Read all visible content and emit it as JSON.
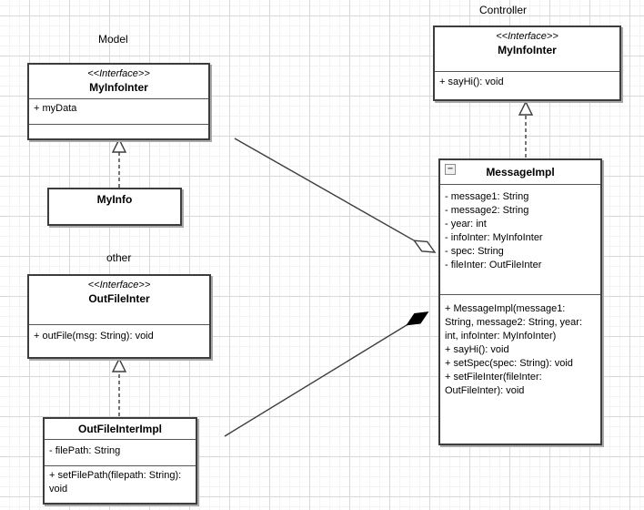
{
  "labels": {
    "model": "Model",
    "other": "other",
    "controller": "Controller"
  },
  "classes": {
    "model_myinfointer": {
      "stereotype": "<<Interface>>",
      "name": "MyInfoInter",
      "attributes": [
        "+ myData"
      ],
      "methods": []
    },
    "myinfo": {
      "name": "MyInfo"
    },
    "outfileinter": {
      "stereotype": "<<Interface>>",
      "name": "OutFileInter",
      "methods": [
        "+ outFile(msg: String): void"
      ]
    },
    "outfileinterimpl": {
      "name": "OutFileInterImpl",
      "attributes": [
        "- filePath: String"
      ],
      "methods": [
        "+ setFilePath(filepath: String): void"
      ]
    },
    "controller_myinfointer": {
      "stereotype": "<<Interface>>",
      "name": "MyInfoInter",
      "methods": [
        "+ sayHi(): void"
      ]
    },
    "messageimpl": {
      "name": "MessageImpl",
      "collapse_glyph": "−",
      "attributes": [
        "- message1: String",
        "- message2: String",
        "- year: int",
        "- infoInter: MyInfoInter",
        "- spec: String",
        "- fileInter: OutFileInter"
      ],
      "methods": [
        "+ MessageImpl(message1: String, message2: String, year: int, infoInter: MyInfoInter)",
        "+ sayHi(): void",
        "+ setSpec(spec: String): void",
        "+ setFileInter(fileInter: OutFileInter): void"
      ]
    }
  },
  "relationships": [
    {
      "type": "realization",
      "from": "MyInfo",
      "to": "MyInfoInter (Model)"
    },
    {
      "type": "realization",
      "from": "OutFileInterImpl",
      "to": "OutFileInter"
    },
    {
      "type": "realization",
      "from": "MessageImpl",
      "to": "MyInfoInter (Controller)"
    },
    {
      "type": "aggregation",
      "from": "MyInfoInter (Model)",
      "to": "MessageImpl"
    },
    {
      "type": "composition",
      "from": "OutFileInterImpl",
      "to": "MessageImpl"
    }
  ],
  "colors": {
    "box_border": "#3d3d3d",
    "box_fill": "#ffffff",
    "box_shadow": "#a9a9a9",
    "grid_major": "#d8d8d8",
    "grid_minor": "#f3f3f3",
    "composition_diamond": "#000000"
  }
}
